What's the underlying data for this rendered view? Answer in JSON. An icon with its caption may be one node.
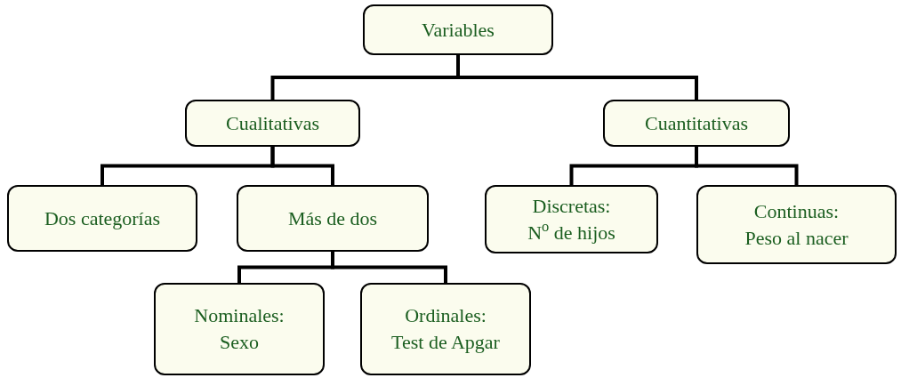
{
  "diagram": {
    "nodes": [
      {
        "text": [
          "Variables"
        ]
      },
      {
        "text": [
          "Cualitativas"
        ]
      },
      {
        "text": [
          "Cuantitativas"
        ]
      },
      {
        "text": [
          "Dos categorías"
        ]
      },
      {
        "text": [
          "Más de dos"
        ]
      },
      {
        "text": [
          "Discretas:",
          "N$^{o}$ de hijos"
        ]
      },
      {
        "text": [
          "Continuas:",
          "Peso al nacer"
        ]
      },
      {
        "text": [
          "Nominales:",
          "Sexo"
        ]
      },
      {
        "text": [
          "Ordinales:",
          "Test de Apgar"
        ]
      }
    ],
    "edges": [
      {
        "from": 0,
        "to": 1,
        "arrow": "none"
      },
      {
        "from": 0,
        "to": 2,
        "arrow": "none"
      },
      {
        "from": 1,
        "to": 3,
        "arrow": "none"
      },
      {
        "from": 1,
        "to": 4,
        "arrow": "none"
      },
      {
        "from": 2,
        "to": 5,
        "arrow": "none"
      },
      {
        "from": 2,
        "to": 6,
        "arrow": "none"
      },
      {
        "from": 4,
        "to": 7,
        "arrow": "none"
      },
      {
        "from": 4,
        "to": 8,
        "arrow": "none"
      }
    ]
  }
}
